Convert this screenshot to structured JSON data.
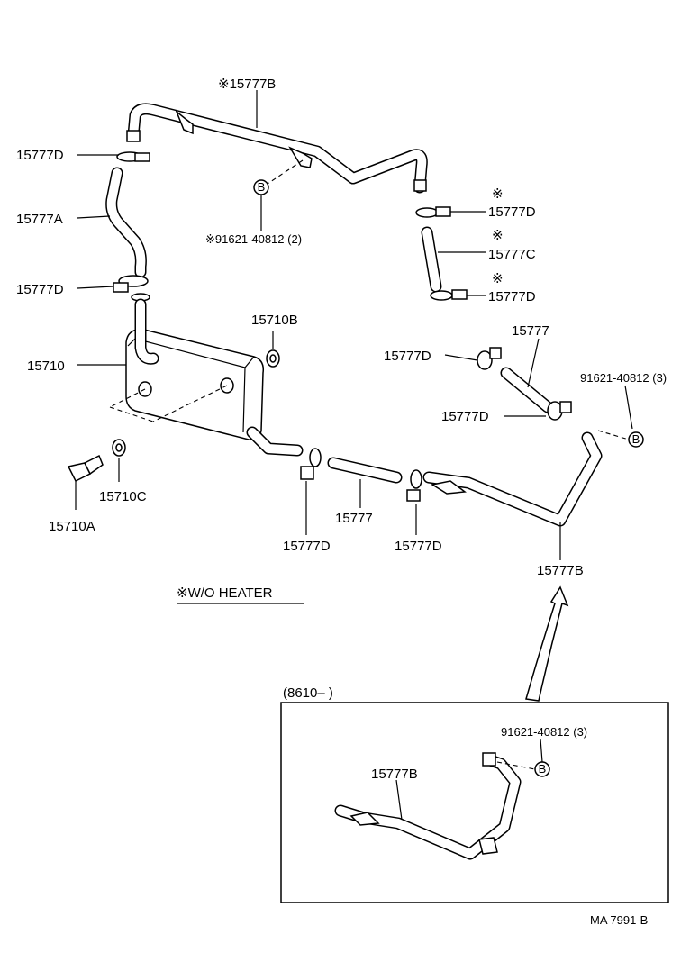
{
  "labels": {
    "hose_upper_b": "※15777B",
    "clamp_left_top": "15777D",
    "hose_a": "15777A",
    "bolt_upper": "※91621-40812 (2)",
    "clamp_left_mid": "15777D",
    "clamp_right_1": "15777D",
    "clamp_right_1_mark": "※",
    "hose_c": "15777C",
    "hose_c_mark": "※",
    "clamp_right_2": "15777D",
    "clamp_right_2_mark": "※",
    "gasket_b": "15710B",
    "cooler": "15710",
    "hose_right": "15777",
    "clamp_right_3": "15777D",
    "bolt_right": "91621-40812 (3)",
    "clamp_right_4": "15777D",
    "bolt_union": "15710A",
    "gasket_c": "15710C",
    "hose_bottom": "15777",
    "clamp_bottom_1": "15777D",
    "clamp_bottom_2": "15777D",
    "pipe_lower_b": "15777B",
    "note": "※W/O HEATER",
    "inset_range": "(8610–          )",
    "inset_bolt": "91621-40812 (3)",
    "inset_pipe": "15777B",
    "drawing_id": "MA  7991-B"
  },
  "bolt_symbol": "B"
}
